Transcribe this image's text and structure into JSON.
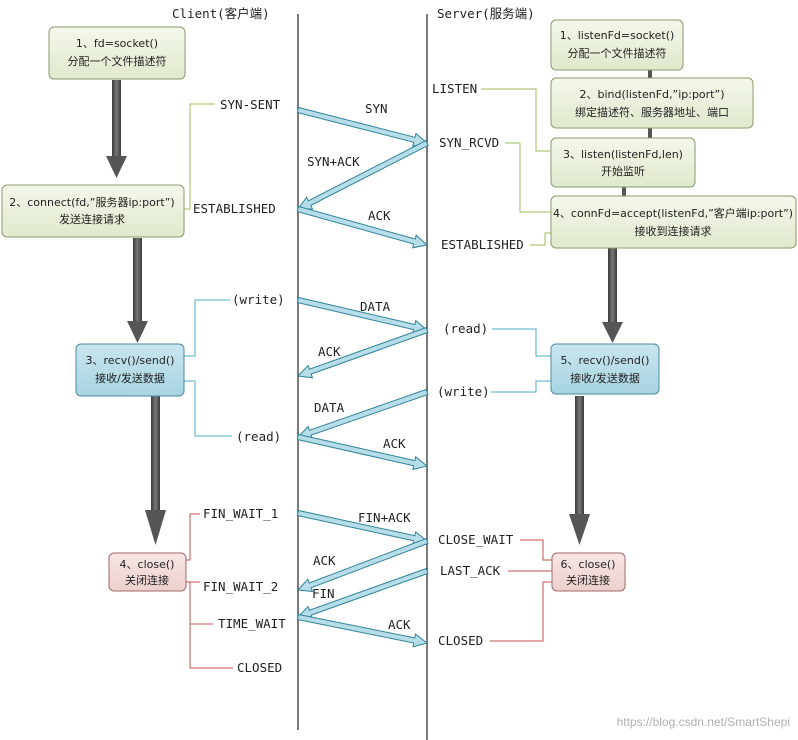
{
  "headers": {
    "client": "Client(客户端)",
    "server": "Server(服务端)"
  },
  "client_boxes": {
    "socket": {
      "line1": "1、fd=socket()",
      "line2": "分配一个文件描述符"
    },
    "connect": {
      "line1": "2、connect(fd,”服务器ip:port”)",
      "line2": "发送连接请求"
    },
    "recv_send": {
      "line1": "3、recv()/send()",
      "line2": "接收/发送数据"
    },
    "close": {
      "line1": "4、close()",
      "line2": "关闭连接"
    }
  },
  "server_boxes": {
    "socket": {
      "line1": "1、listenFd=socket()",
      "line2": "分配一个文件描述符"
    },
    "bind": {
      "line1": "2、bind(listenFd,”ip:port”)",
      "line2": "绑定描述符、服务器地址、端口"
    },
    "listen": {
      "line1": "3、listen(listenFd,len)",
      "line2": "开始监听"
    },
    "accept": {
      "line1": "4、connFd=accept(listenFd,”客户端ip:port”)",
      "line2": "接收到连接请求"
    },
    "recv_send": {
      "line1": "5、recv()/send()",
      "line2": "接收/发送数据"
    },
    "close": {
      "line1": "6、close()",
      "line2": "关闭连接"
    }
  },
  "client_states": {
    "syn_sent": "SYN-SENT",
    "established": "ESTABLISHED",
    "write": "(write)",
    "read": "(read)",
    "fin_wait_1": "FIN_WAIT_1",
    "fin_wait_2": "FIN_WAIT_2",
    "time_wait": "TIME_WAIT",
    "closed": "CLOSED"
  },
  "server_states": {
    "listen": "LISTEN",
    "syn_rcvd": "SYN_RCVD",
    "established": "ESTABLISHED",
    "read": "(read)",
    "write": "(write)",
    "close_wait": "CLOSE_WAIT",
    "last_ack": "LAST_ACK",
    "closed": "CLOSED"
  },
  "messages": {
    "syn": "SYN",
    "syn_ack": "SYN+ACK",
    "ack1": "ACK",
    "data1": "DATA",
    "ack2": "ACK",
    "data2": "DATA",
    "ack3": "ACK",
    "fin_ack": "FIN+ACK",
    "ack4": "ACK",
    "fin": "FIN",
    "ack5": "ACK"
  },
  "watermark": "https://blog.csdn.net/SmartShepi",
  "colors": {
    "green_box": "#ebf1de",
    "blue_box": "#b7dde8",
    "pink_box": "#f2dcdb",
    "teal_line": "#4bacc6",
    "olive_line": "#9bbb59",
    "red_line": "#c0504d",
    "arrow_fill": "#b7dde8",
    "arrow_stroke": "#31849b"
  }
}
